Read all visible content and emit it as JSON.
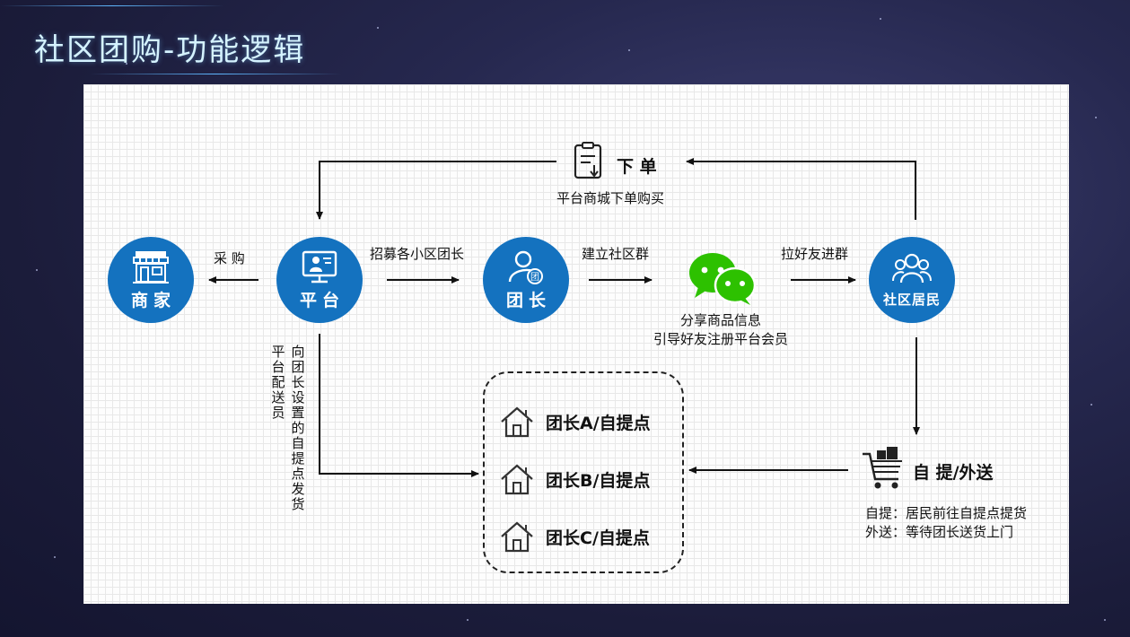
{
  "title": "社区团购-功能逻辑",
  "nodes": {
    "merchant": "商家",
    "platform": "平台",
    "leader": "团长",
    "residents": "社区居民"
  },
  "order": {
    "label": "下 单",
    "sub": "平台商城下单购买"
  },
  "edges": {
    "purchase": "采 购",
    "recruit": "招募各小区团长",
    "build_group": "建立社区群",
    "invite": "拉好友进群",
    "platform_courier": "平台配送员",
    "ship_to_points": "向团长设置的自提点发货"
  },
  "wechat": {
    "line1": "分享商品信息",
    "line2": "引导好友注册平台会员"
  },
  "pickup_points": [
    "团长A/自提点",
    "团长B/自提点",
    "团长C/自提点"
  ],
  "delivery": {
    "label": "自 提/外送",
    "line1": "自提：居民前往自提点提货",
    "line2": "外送：等待团长送货上门"
  },
  "colors": {
    "node_blue": "#1472bf",
    "wechat_green": "#2dc100"
  }
}
